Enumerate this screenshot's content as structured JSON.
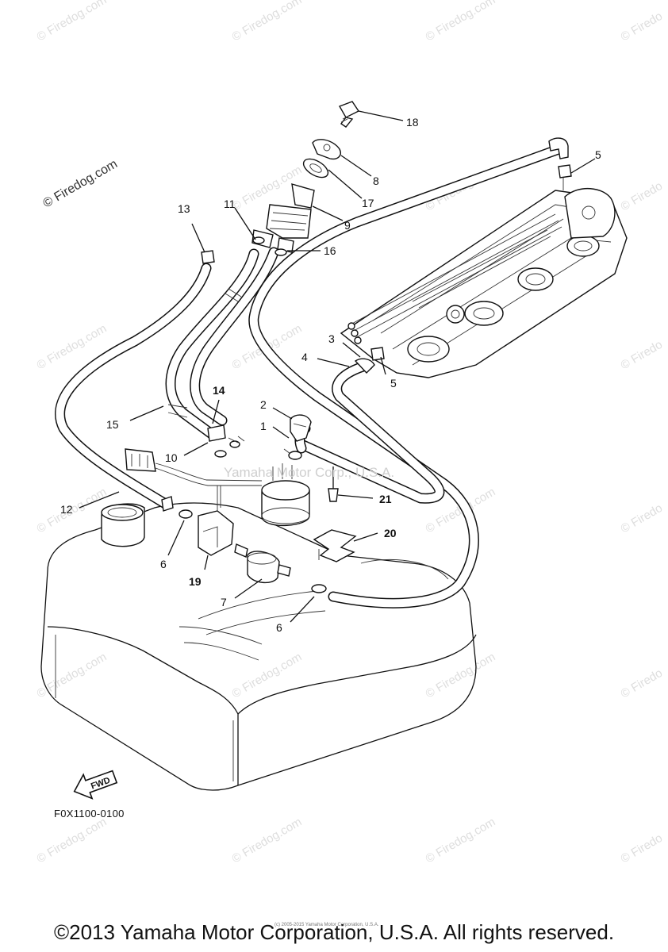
{
  "watermark": "© Firedog.com",
  "side_watermark": "© Firedo",
  "center_watermark": "Yamaha Motor Corp., U.S.A.",
  "callouts": {
    "c1": "1",
    "c2": "2",
    "c3": "3",
    "c4": "4",
    "c5a": "5",
    "c5b": "5",
    "c6a": "6",
    "c6b": "6",
    "c7": "7",
    "c8": "8",
    "c9": "9",
    "c10": "10",
    "c11": "11",
    "c12": "12",
    "c13": "13",
    "c14": "14",
    "c15": "15",
    "c16": "16",
    "c17": "17",
    "c18": "18",
    "c19": "19",
    "c20": "20",
    "c21": "21"
  },
  "fwd_label": "FWD",
  "reference_code": "F0X1100-0100",
  "copyright": "©2013 Yamaha Motor Corporation, U.S.A. All rights reserved.",
  "tiny_note": "(c) 2005-2015 Yamaha Motor Corporation, U.S.A."
}
